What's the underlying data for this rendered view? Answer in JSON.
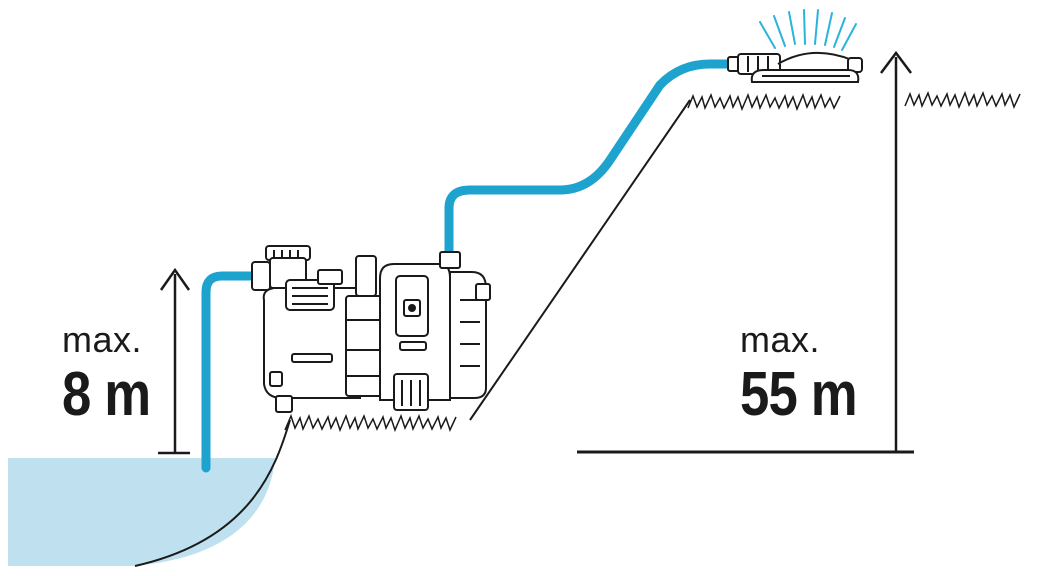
{
  "left_measure": {
    "prefix": "max.",
    "value": "8 m"
  },
  "right_measure": {
    "prefix": "max.",
    "value": "55 m"
  },
  "colors": {
    "water": "#bfe0ef",
    "hose": "#1ea3cf",
    "line": "#1a1a1a",
    "spray": "#29b3dd"
  },
  "icons": [
    "up-arrow-icon",
    "grass-icon",
    "sprinkler-icon",
    "pump-icon"
  ]
}
